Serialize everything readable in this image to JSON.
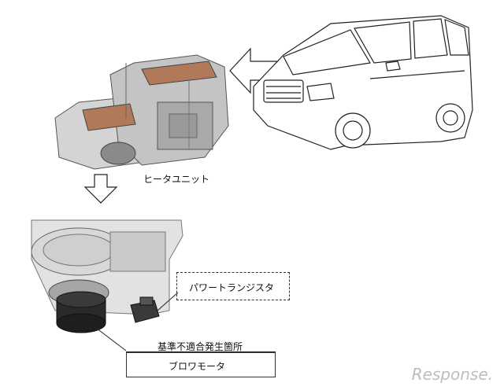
{
  "labels": {
    "heater_unit": "ヒータユニット",
    "power_transistor": "パワートランジスタ",
    "defect_location": "基準不適合発生箇所",
    "blower_motor": "ブロワモータ"
  },
  "watermark": "Response.",
  "colors": {
    "background": "#ffffff",
    "line": "#222222",
    "part_body": "#bfbfbf",
    "filter": "#b07a5a",
    "motor_dark": "#2a2a2a"
  },
  "icons": [
    "arrow-left-icon",
    "arrow-down-icon",
    "van-drawing",
    "heater-unit-drawing",
    "blower-motor-drawing",
    "power-transistor-drawing"
  ]
}
